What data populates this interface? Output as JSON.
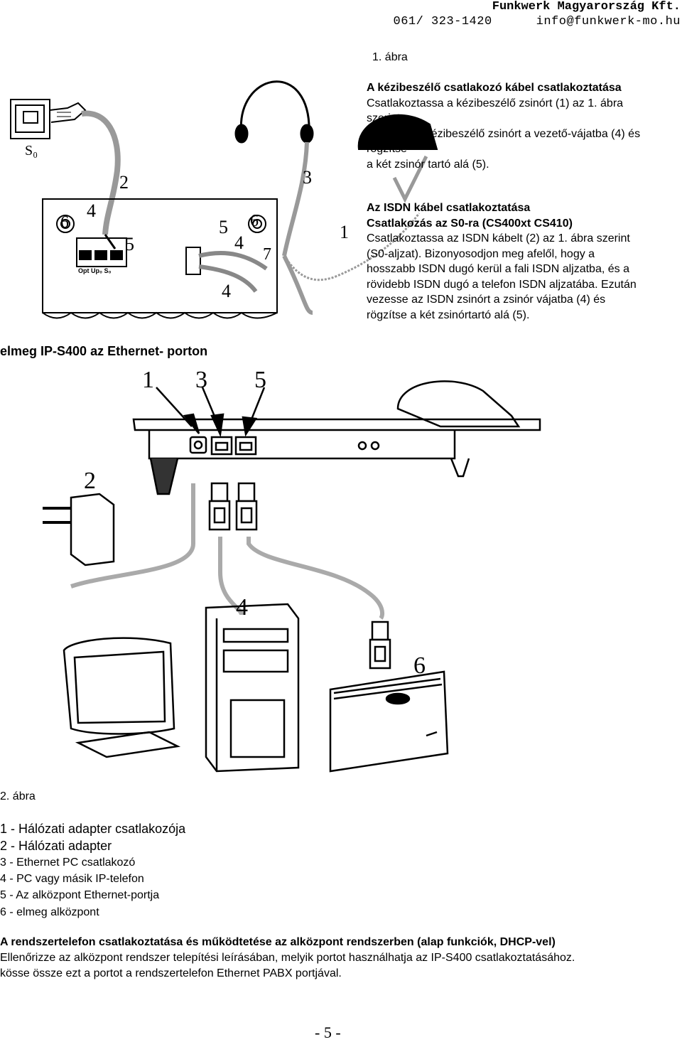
{
  "header": {
    "company": "Funkwerk Magyarország Kft.",
    "phone": "061/ 323-1420",
    "email": "info@funkwerk-mo.hu"
  },
  "figure1": {
    "caption": "1. ábra",
    "diagram_labels": {
      "s0": "S₀",
      "n1": "1",
      "n2": "2",
      "n3": "3",
      "n4a": "4",
      "n4b": "4",
      "n4c": "4",
      "n5a": "5",
      "n5b": "5",
      "n6a": "6",
      "n6b": "6",
      "n7": "7",
      "port_text": "Opt Up₀ S₀"
    }
  },
  "section_handset": {
    "title": "A kézibeszélő csatlakozó kábel csatlakoztatása",
    "lines": [
      "Csatlakoztassa a kézibeszélő zsinórt (1) az 1. ábra",
      "szerint",
      "Fektesse a kézibeszélő zsinórt a vezető-vájatba (4) és",
      "rögzítse",
      "a két zsinór tartó alá (5)."
    ]
  },
  "section_isdn": {
    "title1": "Az ISDN kábel csatlakoztatása",
    "title2": "Csatlakozás az S0-ra (CS400xt CS410)",
    "lines": [
      "Csatlakoztassa az ISDN kábelt (2) az 1. ábra szerint",
      "(S0-aljzat). Bizonyosodjon meg afelől, hogy a",
      "hosszabb ISDN dugó kerül a fali ISDN aljzatba, és a",
      "rövidebb ISDN dugó a telefon ISDN aljzatába. Ezután",
      "vezesse az ISDN zsinórt a zsinór vájatba (4) és",
      "rögzítse a két zsinórtartó alá (5)."
    ]
  },
  "section_ethernet_title": "elmeg IP-S400 az Ethernet- porton",
  "figure2": {
    "caption": "2. ábra",
    "diagram_labels": {
      "n1": "1",
      "n2": "2",
      "n3": "3",
      "n4": "4",
      "n5": "5",
      "n6": "6"
    },
    "legend": [
      "1 - Hálózati adapter csatlakozója",
      "2 - Hálózati adapter",
      "3 - Ethernet PC csatlakozó",
      "4 - PC vagy másik IP-telefon",
      "5 - Az alközpont Ethernet-portja",
      "6 - elmeg alközpont"
    ]
  },
  "section_system": {
    "title": "A rendszertelefon csatlakoztatása és működtetése az alközpont rendszerben (alap funkciók, DHCP-vel)",
    "lines": [
      "Ellenőrizze az alközpont rendszer telepítési leírásában, melyik portot használhatja az IP-S400 csatlakoztatásához.",
      "kösse össze ezt a portot a rendszertelefon Ethernet PABX portjával."
    ]
  },
  "footer": {
    "page": "- 5 -"
  }
}
